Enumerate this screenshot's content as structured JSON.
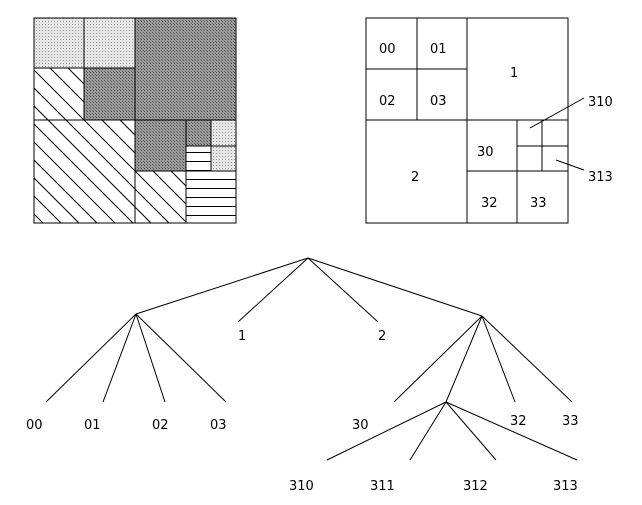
{
  "grid": {
    "cells": {
      "c00": "00",
      "c01": "01",
      "c02": "02",
      "c03": "03",
      "c1": "1",
      "c2": "2",
      "c30": "30",
      "c32": "32",
      "c33": "33"
    },
    "callouts": {
      "c310": "310",
      "c313": "313"
    }
  },
  "tree": {
    "leaves": {
      "n1": "1",
      "n2": "2",
      "n00": "00",
      "n01": "01",
      "n02": "02",
      "n03": "03",
      "n30": "30",
      "n32": "32",
      "n33": "33",
      "n310": "310",
      "n311": "311",
      "n312": "312",
      "n313": "313"
    }
  },
  "colors": {
    "ink": "#000000",
    "dark_fill": "#8a8a8a",
    "light_fill": "#dcdcdc"
  }
}
